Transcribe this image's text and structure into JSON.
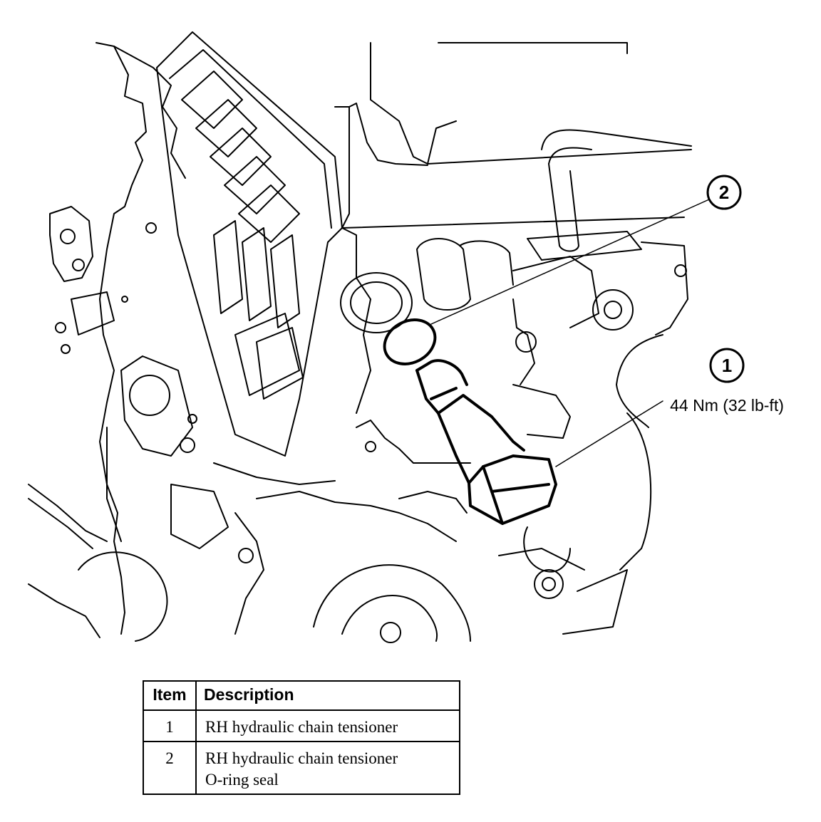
{
  "callouts": [
    {
      "number": "1",
      "torque": "44 Nm (32 lb-ft)"
    },
    {
      "number": "2"
    }
  ],
  "legend": {
    "headers": {
      "item": "Item",
      "description": "Description"
    },
    "rows": [
      {
        "item": "1",
        "description_lines": [
          "RH hydraulic chain tensioner"
        ]
      },
      {
        "item": "2",
        "description_lines": [
          "RH hydraulic chain tensioner",
          "O-ring seal"
        ]
      }
    ]
  }
}
